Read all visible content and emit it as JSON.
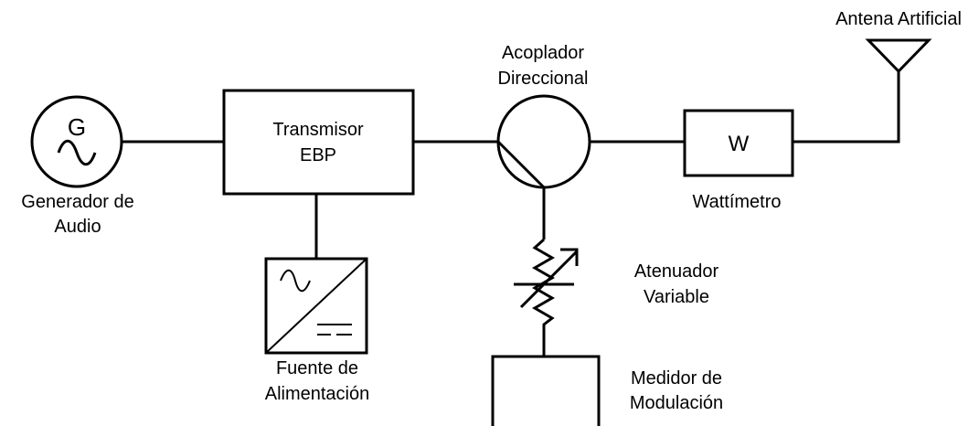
{
  "diagram": {
    "blocks": {
      "generator": {
        "symbol": "G",
        "label_lines": [
          "Generador de",
          "Audio"
        ]
      },
      "transmitter": {
        "label_lines": [
          "Transmisor",
          "EBP"
        ]
      },
      "power_supply": {
        "label_lines": [
          "Fuente de",
          "Alimentación"
        ]
      },
      "coupler": {
        "label_lines": [
          "Acoplador",
          "Direccional"
        ]
      },
      "wattmeter": {
        "symbol": "W",
        "label_lines": [
          "Wattímetro"
        ]
      },
      "antenna": {
        "label_lines": [
          "Antena Artificial"
        ]
      },
      "attenuator": {
        "label_lines": [
          "Atenuador",
          "Variable"
        ]
      },
      "modulation_meter": {
        "label_lines": [
          "Medidor de",
          "Modulación"
        ]
      }
    }
  }
}
